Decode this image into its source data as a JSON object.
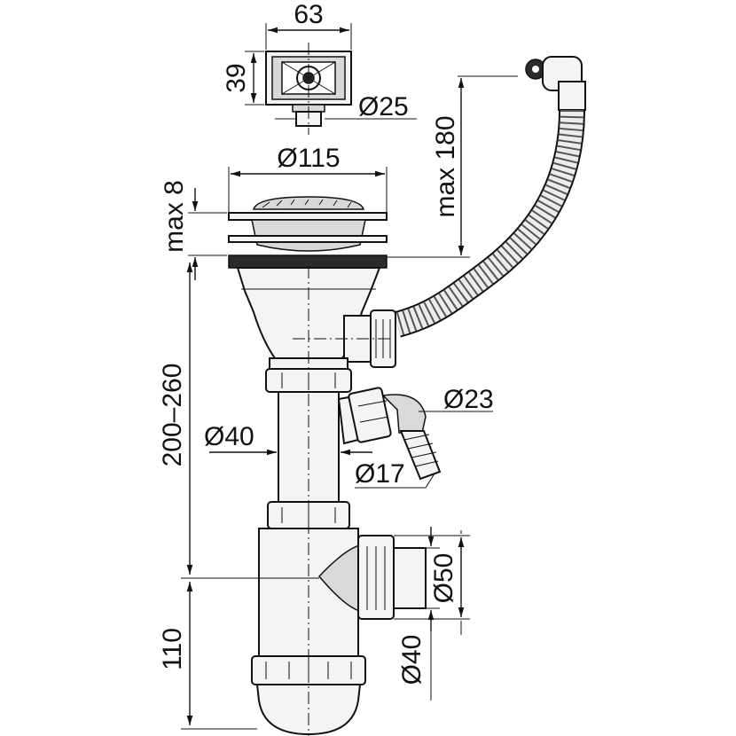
{
  "dimensions": {
    "overflow_width": "63",
    "overflow_height": "39",
    "overflow_outlet_diameter": "Ø25",
    "hose_length": "max 180",
    "strainer_diameter": "Ø115",
    "sink_thickness": "max 8",
    "outlet_height": "200–260",
    "tailpipe_diameter": "Ø40",
    "washer_inlet_diameter": "Ø23",
    "washer_inlet_inner": "Ø17",
    "trap_outlet_outer": "Ø50",
    "trap_outlet_inner": "Ø40",
    "trap_height": "110"
  }
}
